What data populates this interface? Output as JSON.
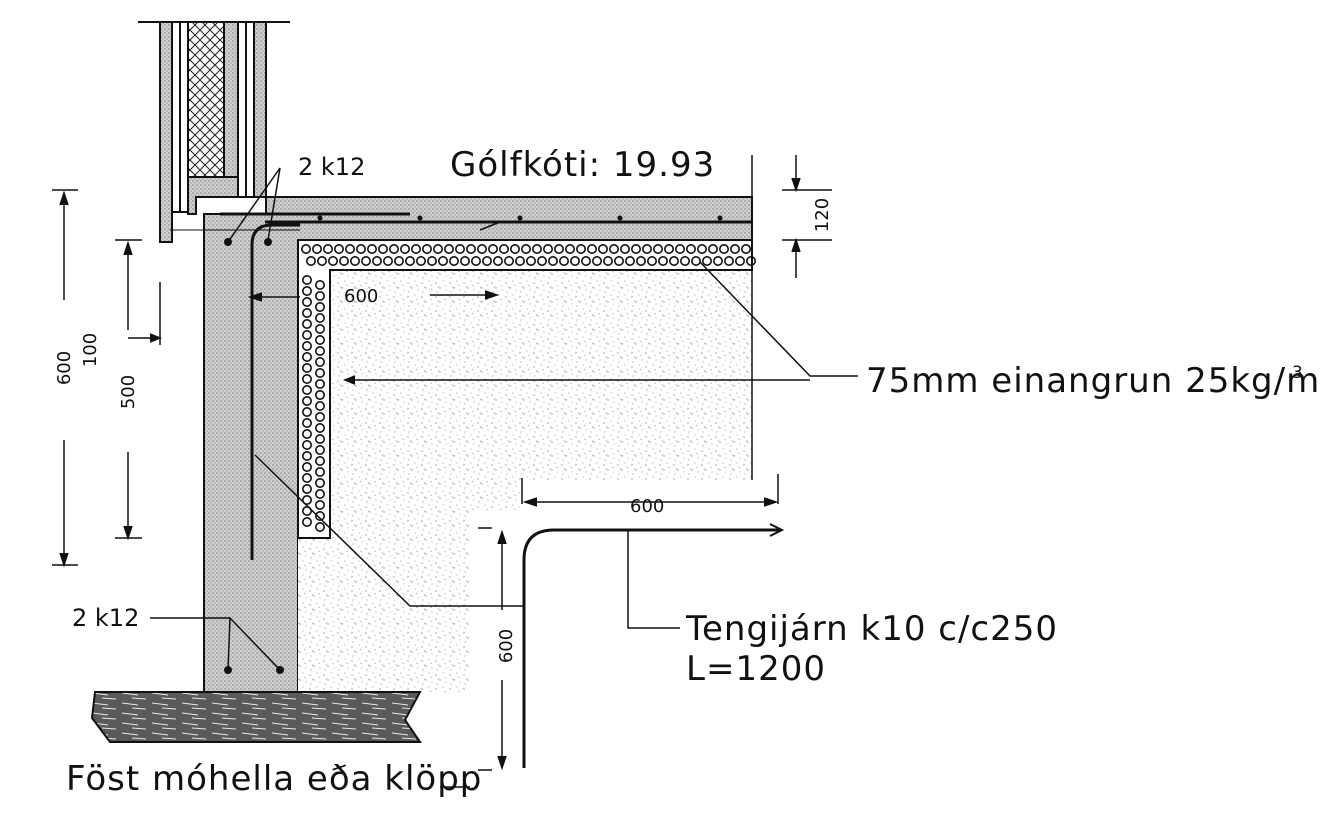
{
  "labels": {
    "floor_level": "Gólfkóti: 19.93",
    "rebar_top": "2 k12",
    "rebar_bottom": "2 k12",
    "insulation": "75mm einangrun 25kg/m",
    "insulation_superscript": "3",
    "tie_bars_line1": "Tengijárn k10 c/c250",
    "tie_bars_line2": "L=1200",
    "foundation": "Föst móhella eða klöpp"
  },
  "dimensions": {
    "slab_thickness": "120",
    "wall_height_outer": "600",
    "wall_offset": "100",
    "wall_height_inner": "500",
    "bar_length_wall": "600",
    "bar_length_horizontal": "600",
    "bar_length_vertical": "600"
  },
  "colors": {
    "ink": "#111111",
    "concrete": "#c9c9c9",
    "fill_speckle": "#8a8a8a",
    "ground": "#4a4a4a"
  }
}
